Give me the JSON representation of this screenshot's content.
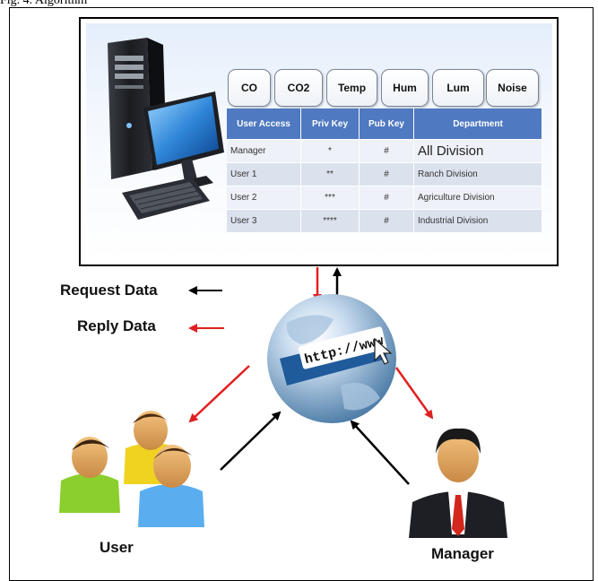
{
  "caption": "Fig. 4. Algorithm",
  "sensors": [
    "CO",
    "CO2",
    "Temp",
    "Hum",
    "Lum",
    "Noise"
  ],
  "table": {
    "headers": [
      "User Access",
      "Priv Key",
      "Pub Key",
      "Department"
    ],
    "rows": [
      [
        "Manager",
        "*",
        "#",
        "All Division"
      ],
      [
        "User 1",
        "**",
        "#",
        "Ranch Division"
      ],
      [
        "User 2",
        "***",
        "#",
        "Agriculture Division"
      ],
      [
        "User 3",
        "****",
        "#",
        "Industrial Division"
      ]
    ]
  },
  "labels": {
    "request": "Request Data",
    "reply": "Reply Data",
    "url": "http://www",
    "user": "User",
    "manager": "Manager"
  },
  "colors": {
    "request_arrow": "#000000",
    "reply_arrow": "#e02020",
    "table_header": "#4f79c0"
  }
}
